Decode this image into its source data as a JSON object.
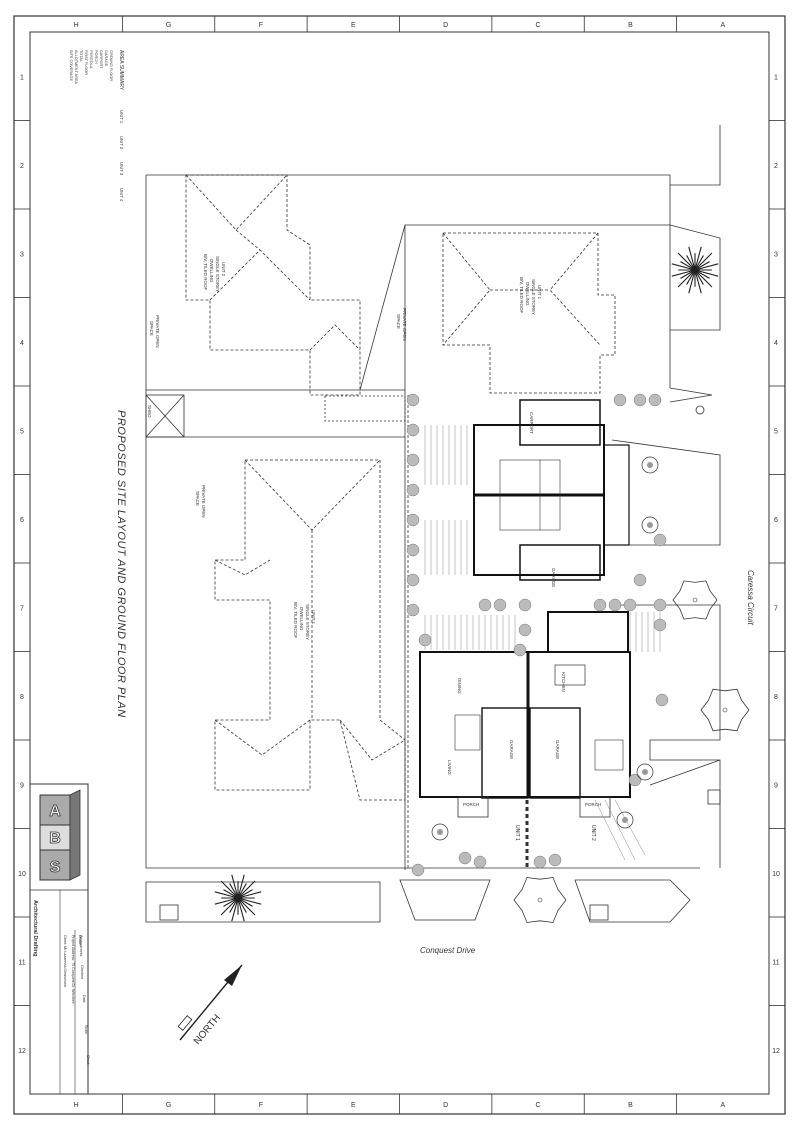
{
  "border": {
    "columns": [
      "H",
      "G",
      "F",
      "E",
      "D",
      "C",
      "B",
      "A"
    ],
    "rows": [
      "1",
      "2",
      "3",
      "4",
      "5",
      "6",
      "7",
      "8",
      "9",
      "10",
      "11",
      "12"
    ]
  },
  "sheet_title": "PROPOSED SITE LAYOUT AND GROUND FLOOR PLAN",
  "north_label": "NORTH",
  "streets": {
    "east": "Caressa Circuit",
    "south": "Conquest Drive"
  },
  "area_summary": {
    "title": "AREA SUMMARY",
    "headers": [
      "UNIT 1",
      "UNIT 2",
      "UNIT 3",
      "UNIT 4"
    ],
    "rows": [
      "GROUND FLOOR",
      "GARAGE",
      "CARPORT",
      "PORCH",
      "PERGOLA",
      "FIRST FLOOR",
      "TOTAL",
      "ALLOTMENT AREA",
      "SITE COVERAGE"
    ]
  },
  "neighbours": {
    "unit2_label": [
      "UNIT 2",
      "SINGLE STOREY",
      "DWELLING",
      "B/V, TILED ROOF"
    ],
    "unit1_north_label": [
      "UNIT 1",
      "SINGLE STOREY",
      "DWELLING",
      "B/V, TILED ROOF"
    ],
    "unit1_west_label": [
      "UNIT 1",
      "SINGLE STOREY",
      "DWELLING",
      "B/V, TILED ROOF"
    ],
    "private_open_space": [
      "PRIVATE OPEN",
      "SPACE"
    ]
  },
  "rooms": {
    "carport": "CARPORT",
    "garage": "GARAGE",
    "kitchen": "KITCHEN",
    "dining": "DINING",
    "living": "LIVING",
    "porch": "PORCH",
    "unit1": "UNIT 1",
    "unit2": "UNIT 2",
    "shed": "SHED"
  },
  "title_block": {
    "company": "Architectural Drafting",
    "logo_letters": [
      "A",
      "B",
      "S"
    ],
    "fields": [
      "Client: Mr Lazarevski Deasmond",
      "Project Address: 75 Conquest Dr, Werribee",
      "Amendments:",
      "Drawn",
      "Checked",
      "Date",
      "Scale",
      "Sheet"
    ]
  },
  "colors": {
    "line": "#333333",
    "heavy": "#111111",
    "hatch": "#888888",
    "tree": "#222222"
  }
}
